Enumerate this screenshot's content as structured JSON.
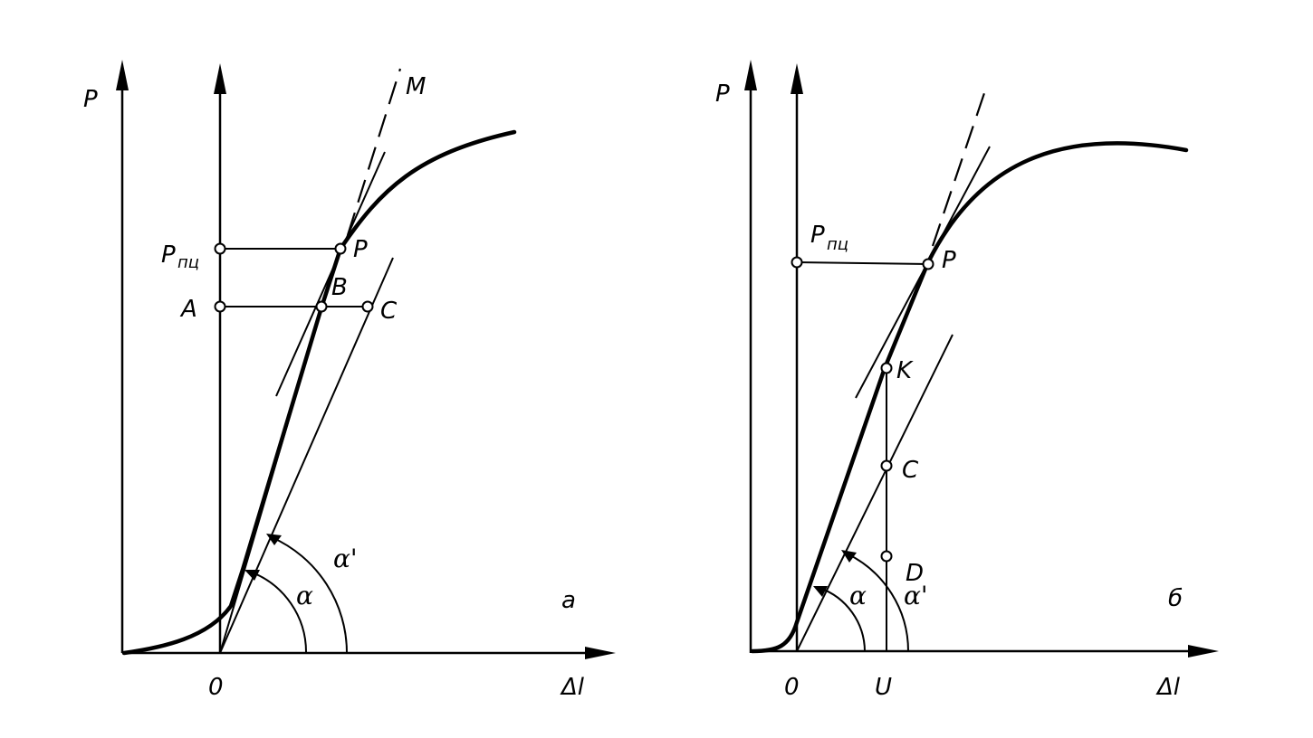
{
  "panel_a": {
    "axis_y": "P",
    "axis_x": "Δl",
    "origin": "0",
    "pts": {
      "label_p": "P",
      "label_psub": "пц",
      "label_p_point": "P",
      "label_a": "A",
      "label_b": "B",
      "label_c": "C",
      "label_m": "M"
    },
    "angle_alpha": "α",
    "angle_alpha_prime": "α'",
    "panel_label": "a"
  },
  "panel_b": {
    "axis_y": "P",
    "axis_x": "Δl",
    "origin": "0",
    "origin_u": "U",
    "pts": {
      "label_p": "P",
      "label_psub": "пц",
      "label_p_point": "P",
      "label_k": "K",
      "label_c": "C",
      "label_d": "D"
    },
    "angle_alpha": "α",
    "angle_alpha_prime": "α'",
    "panel_label": "б"
  }
}
